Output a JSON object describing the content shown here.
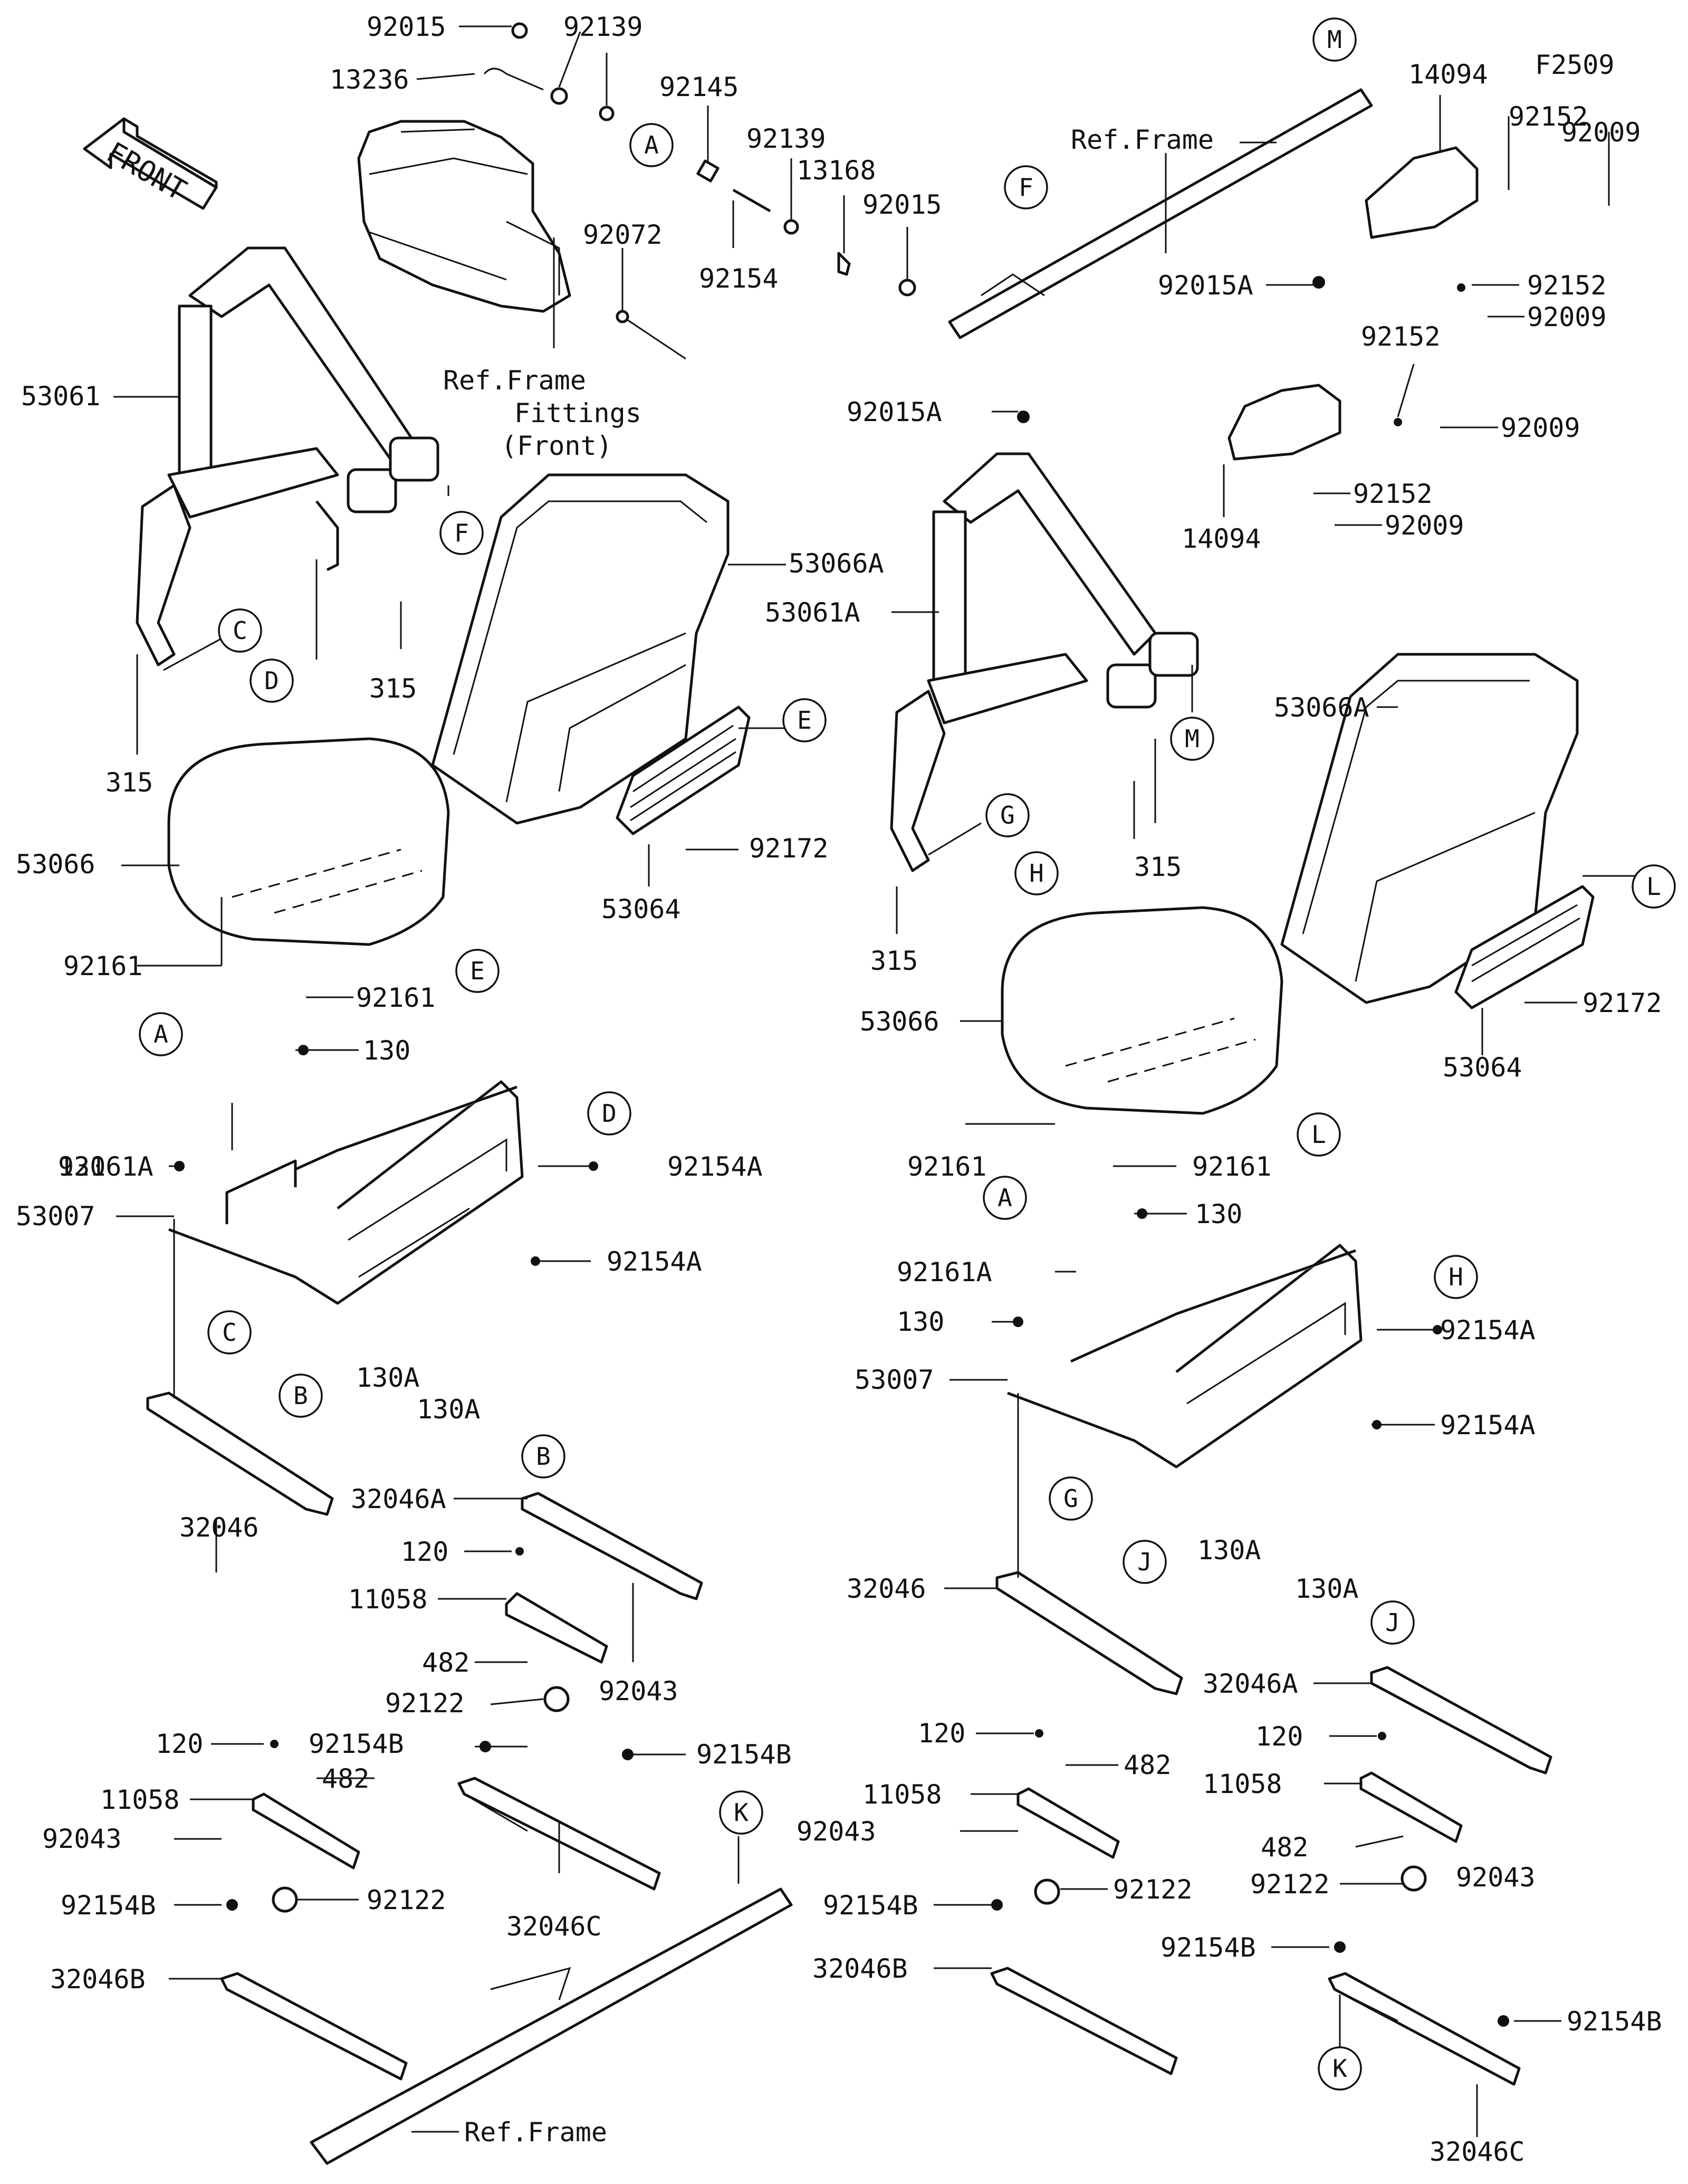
{
  "diagram_code": "F2509",
  "front_label": "FRONT",
  "ref_frame_fittings": [
    "Ref.Frame",
    "Fittings",
    "(Front)"
  ],
  "labels": {
    "n92015_a": "92015",
    "n92139_a": "92139",
    "n13236": "13236",
    "n92145": "92145",
    "n92139_b": "92139",
    "n13168": "13168",
    "n92015_b": "92015",
    "n92154": "92154",
    "n92072": "92072",
    "n53061": "53061",
    "n315_a": "315",
    "n315_b": "315",
    "n53066A_a": "53066A",
    "n53061A": "53061A",
    "n53066_a": "53066",
    "n92172_a": "92172",
    "n53064_a": "53064",
    "n92161_a": "92161",
    "n92161_b": "92161",
    "n130_a": "130",
    "n92161A_a": "92161A",
    "n130_b": "130",
    "n92154A_a": "92154A",
    "n53007_a": "53007",
    "n92154A_b": "92154A",
    "n130A_a": "130A",
    "n130A_b": "130A",
    "n32046_a": "32046",
    "n32046A_a": "32046A",
    "n120_a": "120",
    "n11058_a": "11058",
    "n482_a": "482",
    "n92043_a": "92043",
    "n92122_a": "92122",
    "n120_b": "120",
    "n92154B_a": "92154B",
    "n92154B_b": "92154B",
    "n482_b": "482",
    "n11058_b": "11058",
    "n92043_b": "92043",
    "n92154B_c": "92154B",
    "n92122_b": "92122",
    "n32046C_a": "32046C",
    "n32046B_a": "32046B",
    "ref_frame_bottom": "Ref.Frame",
    "ref_frame_top": "Ref.Frame",
    "n14094_a": "14094",
    "n92152_a": "92152",
    "n92009_a": "92009",
    "n92015A_a": "92015A",
    "n92152_b": "92152",
    "n92009_b": "92009",
    "n92015A_b": "92015A",
    "n92152_c": "92152",
    "n92009_c": "92009",
    "n92152_d": "92152",
    "n92009_d": "92009",
    "n14094_b": "14094",
    "n315_c": "315",
    "n315_d": "315",
    "n53066A_b": "53066A",
    "n92172_b": "92172",
    "n53064_b": "53064",
    "n53066_b": "53066",
    "n92161_c": "92161",
    "n92161_d": "92161",
    "n130_c": "130",
    "n92161A_b": "92161A",
    "n130_d": "130",
    "n92154A_c": "92154A",
    "n53007_b": "53007",
    "n92154A_d": "92154A",
    "n130A_c": "130A",
    "n130A_d": "130A",
    "n32046_b": "32046",
    "n32046A_b": "32046A",
    "n120_c": "120",
    "n11058_c": "11058",
    "n482_c": "482",
    "n92043_c": "92043",
    "n92122_c": "92122",
    "n120_d": "120",
    "n11058_d": "11058",
    "n482_d": "482",
    "n92043_d": "92043",
    "n92122_d": "92122",
    "n92154B_d": "92154B",
    "n32046B_b": "32046B",
    "n92154B_e": "92154B",
    "n92154B_f": "92154B",
    "n32046C_b": "32046C"
  },
  "callouts": [
    {
      "id": "c_A1",
      "letter": "A"
    },
    {
      "id": "c_F1",
      "letter": "F"
    },
    {
      "id": "c_C1",
      "letter": "C"
    },
    {
      "id": "c_D1",
      "letter": "D"
    },
    {
      "id": "c_E1",
      "letter": "E"
    },
    {
      "id": "c_A2",
      "letter": "A"
    },
    {
      "id": "c_E2",
      "letter": "E"
    },
    {
      "id": "c_D2",
      "letter": "D"
    },
    {
      "id": "c_C2",
      "letter": "C"
    },
    {
      "id": "c_B1",
      "letter": "B"
    },
    {
      "id": "c_B2",
      "letter": "B"
    },
    {
      "id": "c_K1",
      "letter": "K"
    },
    {
      "id": "c_M1",
      "letter": "M"
    },
    {
      "id": "c_F2",
      "letter": "F"
    },
    {
      "id": "c_M2",
      "letter": "M"
    },
    {
      "id": "c_G1",
      "letter": "G"
    },
    {
      "id": "c_H1",
      "letter": "H"
    },
    {
      "id": "c_L1",
      "letter": "L"
    },
    {
      "id": "c_A3",
      "letter": "A"
    },
    {
      "id": "c_L2",
      "letter": "L"
    },
    {
      "id": "c_H2",
      "letter": "H"
    },
    {
      "id": "c_G2",
      "letter": "G"
    },
    {
      "id": "c_J1",
      "letter": "J"
    },
    {
      "id": "c_J2",
      "letter": "J"
    },
    {
      "id": "c_K2",
      "letter": "K"
    }
  ]
}
